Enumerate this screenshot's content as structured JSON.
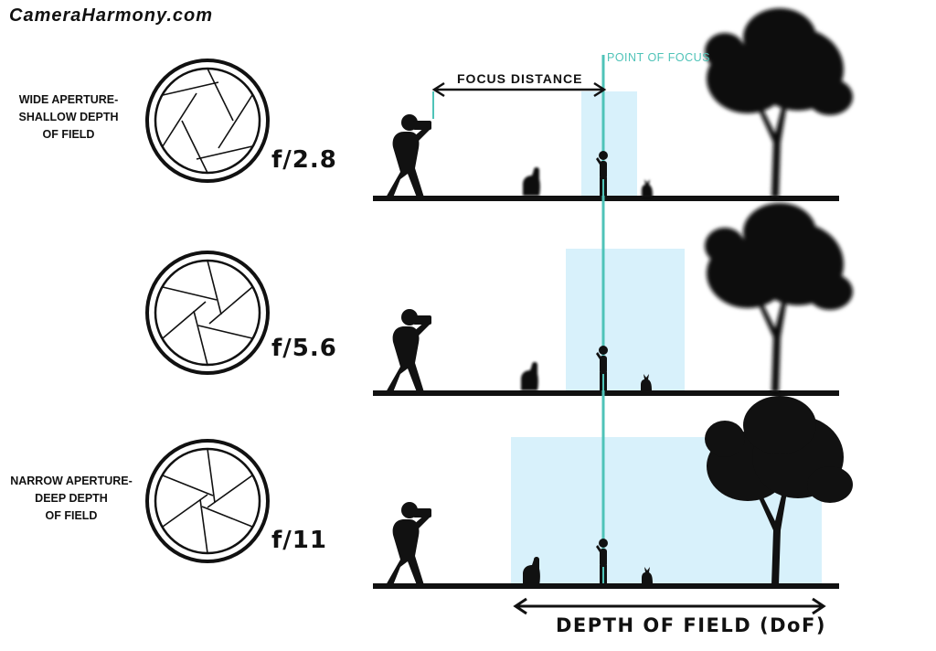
{
  "brand": "CameraHarmony.com",
  "rows": [
    {
      "label_lines": [
        "WIDE APERTURE-",
        "SHALLOW DEPTH",
        "OF FIELD"
      ],
      "fstop": "f/2.8"
    },
    {
      "label_lines": [],
      "fstop": "f/5.6"
    },
    {
      "label_lines": [
        "NARROW APERTURE-",
        "DEEP DEPTH",
        "OF FIELD"
      ],
      "fstop": "f/11"
    }
  ],
  "focus_distance_label": "FOCUS DISTANCE",
  "point_of_focus_label": "POINT OF FOCUS",
  "dof_label": "DEPTH OF FIELD (DoF)",
  "colors": {
    "focus_line": "#4fc3b8",
    "dof_zone": "#d8f1fb",
    "silhouette": "#111111"
  }
}
